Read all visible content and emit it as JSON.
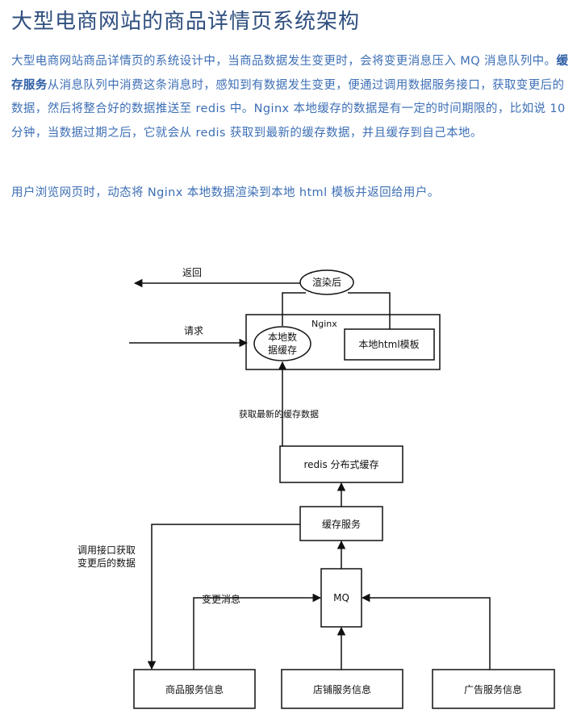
{
  "title": "大型电商网站的商品详情页系统架构",
  "paragraph1": {
    "before": "大型电商网站商品详情页的系统设计中，当商品数据发生变更时，会将变更消息压入 MQ 消息队列中。",
    "bold": "缓存服务",
    "after": "从消息队列中消费这条消息时，感知到有数据发生变更，便通过调用数据服务接口，获取变更后的数据，然后将整合好的数据推送至 redis 中。Nginx 本地缓存的数据是有一定的时间期限的，比如说 10 分钟，当数据过期之后，它就会从 redis 获取到最新的缓存数据，并且缓存到自己本地。"
  },
  "paragraph2": "用户浏览网页时，动态将 Nginx 本地数据渲染到本地 html 模板并返回给用户。",
  "diagram": {
    "return_label": "返回",
    "request_label": "请求",
    "render_label": "渲染后",
    "nginx_label": "Nginx",
    "local_cache_line1": "本地数",
    "local_cache_line2": "据缓存",
    "html_template_label": "本地html模板",
    "fetch_latest_label": "获取最新的缓存数据",
    "redis_label": "redis 分布式缓存",
    "cache_service_label": "缓存服务",
    "call_api_line1": "调用接口获取",
    "call_api_line2": "变更后的数据",
    "change_msg_label": "变更消息",
    "mq_label": "MQ",
    "product_service_label": "商品服务信息",
    "store_service_label": "店铺服务信息",
    "ad_service_label": "广告服务信息"
  }
}
